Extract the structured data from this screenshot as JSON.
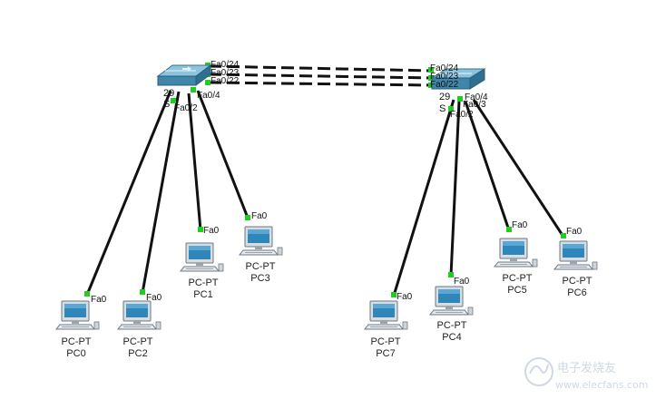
{
  "switches": {
    "left": {
      "model_fragment": "29",
      "name_fragment": "S"
    },
    "right": {
      "model_fragment": "29",
      "name_fragment": "S"
    }
  },
  "trunk_ports": {
    "left": [
      "Fa0/24",
      "Fa0/23",
      "Fa0/22"
    ],
    "right": [
      "Fa0/24",
      "Fa0/23",
      "Fa0/22"
    ]
  },
  "switch_ports": {
    "left_fa4": "Fa0/4",
    "left_fa2": "Fa0/2",
    "right_fa4": "Fa0/4",
    "right_fa3": "Fa0/3",
    "right_fa2": "Fa0/2"
  },
  "pcs": [
    {
      "type": "PC-PT",
      "name": "PC0",
      "port": "Fa0"
    },
    {
      "type": "PC-PT",
      "name": "PC2",
      "port": "Fa0"
    },
    {
      "type": "PC-PT",
      "name": "PC1",
      "port": "Fa0"
    },
    {
      "type": "PC-PT",
      "name": "PC3",
      "port": "Fa0"
    },
    {
      "type": "PC-PT",
      "name": "PC7",
      "port": "Fa0"
    },
    {
      "type": "PC-PT",
      "name": "PC4",
      "port": "Fa0"
    },
    {
      "type": "PC-PT",
      "name": "PC5",
      "port": "Fa0"
    },
    {
      "type": "PC-PT",
      "name": "PC6",
      "port": "Fa0"
    }
  ],
  "watermark": {
    "text": "电子发烧友",
    "domain": "www.elecfans.com"
  },
  "colors": {
    "cable": "#111111",
    "link_up": "#22cc22",
    "switch_body": "#4a8fb0",
    "pc_screen": "#2f86b8"
  }
}
